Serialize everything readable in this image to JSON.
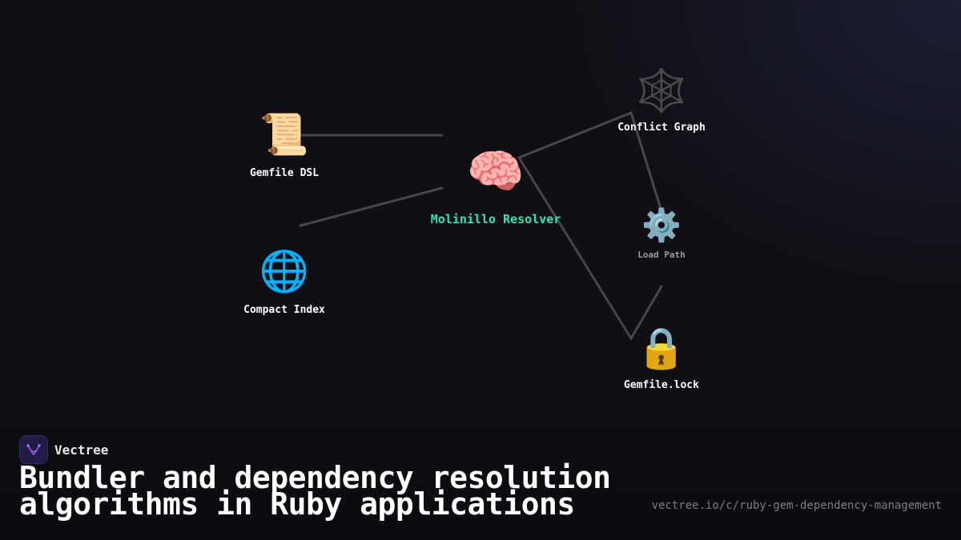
{
  "diagram": {
    "nodes": {
      "gemfile_dsl": {
        "icon": "scroll-icon",
        "glyph": "📜",
        "label": "Gemfile DSL"
      },
      "compact_index": {
        "icon": "globe-icon",
        "glyph": "🌐",
        "label": "Compact Index"
      },
      "resolver": {
        "icon": "brain-icon",
        "glyph": "🧠",
        "label": "Molinillo Resolver",
        "color": "#2ee6b6"
      },
      "conflict_graph": {
        "icon": "spider-web-icon",
        "glyph": "🕸️",
        "label": "Conflict Graph"
      },
      "load_path": {
        "icon": "gear-icon",
        "glyph": "⚙️",
        "label": "Load Path"
      },
      "gemfile_lock": {
        "icon": "lock-icon",
        "glyph": "🔒",
        "label": "Gemfile.lock"
      }
    },
    "edge_color": "#46464e"
  },
  "brand": {
    "name": "Vectree",
    "logo_icon": "vectree-logo-icon",
    "accent": "#8b4fd6"
  },
  "title": "Bundler and dependency resolution algorithms in Ruby applications",
  "url": "vectree.io/c/ruby-gem-dependency-management"
}
